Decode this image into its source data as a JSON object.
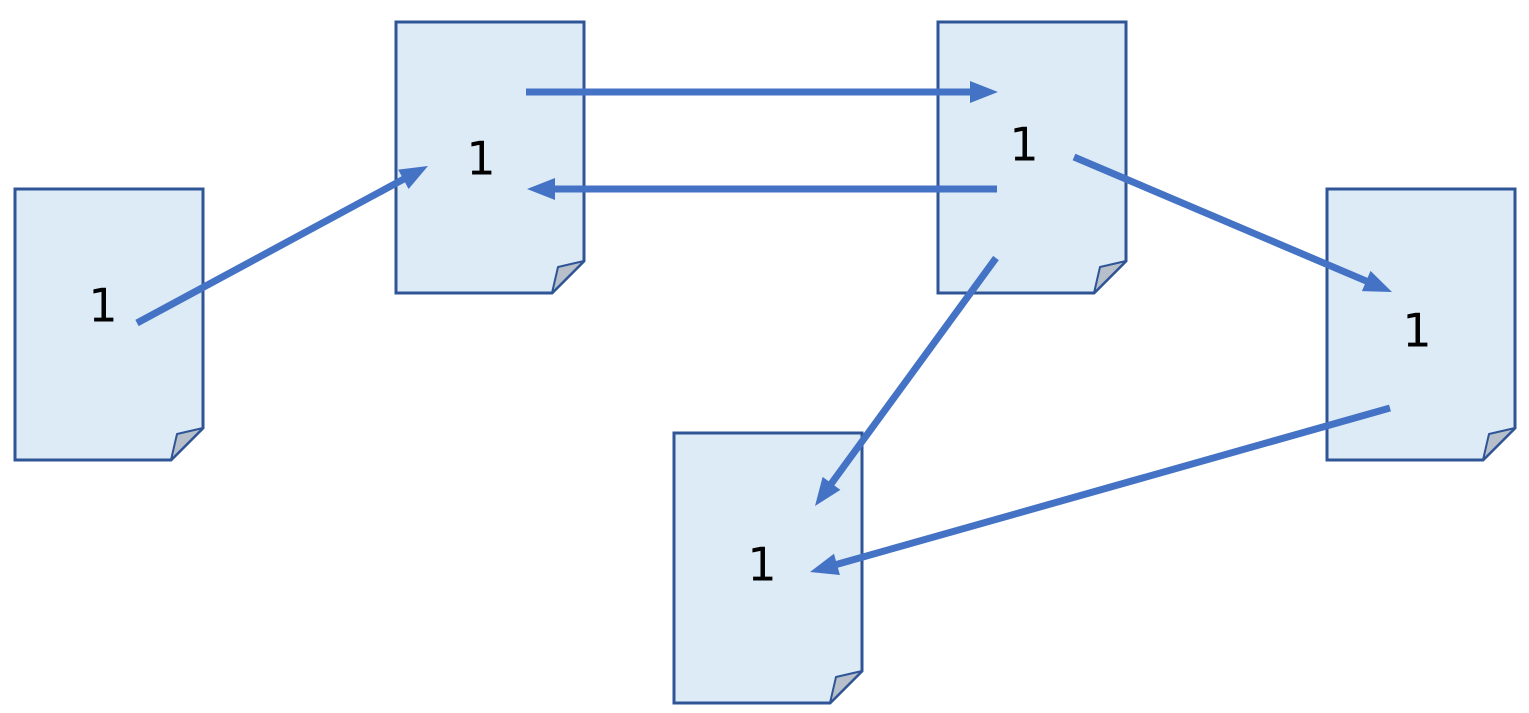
{
  "colors": {
    "doc_fill": "#DDEBF7",
    "doc_stroke": "#2F5597",
    "fold_fill": "#B7BFCB",
    "arrow": "#4472C4",
    "label": "#000000"
  },
  "documents": [
    {
      "id": "doc-left",
      "label": "1"
    },
    {
      "id": "doc-top-center-left",
      "label": "1"
    },
    {
      "id": "doc-top-center-right",
      "label": "1"
    },
    {
      "id": "doc-right",
      "label": "1"
    },
    {
      "id": "doc-bottom",
      "label": "1"
    }
  ],
  "connections": [
    {
      "from": "doc-left",
      "to": "doc-top-center-left"
    },
    {
      "from": "doc-top-center-left",
      "to": "doc-top-center-right"
    },
    {
      "from": "doc-top-center-right",
      "to": "doc-top-center-left"
    },
    {
      "from": "doc-top-center-right",
      "to": "doc-right"
    },
    {
      "from": "doc-top-center-right",
      "to": "doc-bottom"
    },
    {
      "from": "doc-right",
      "to": "doc-bottom"
    }
  ]
}
